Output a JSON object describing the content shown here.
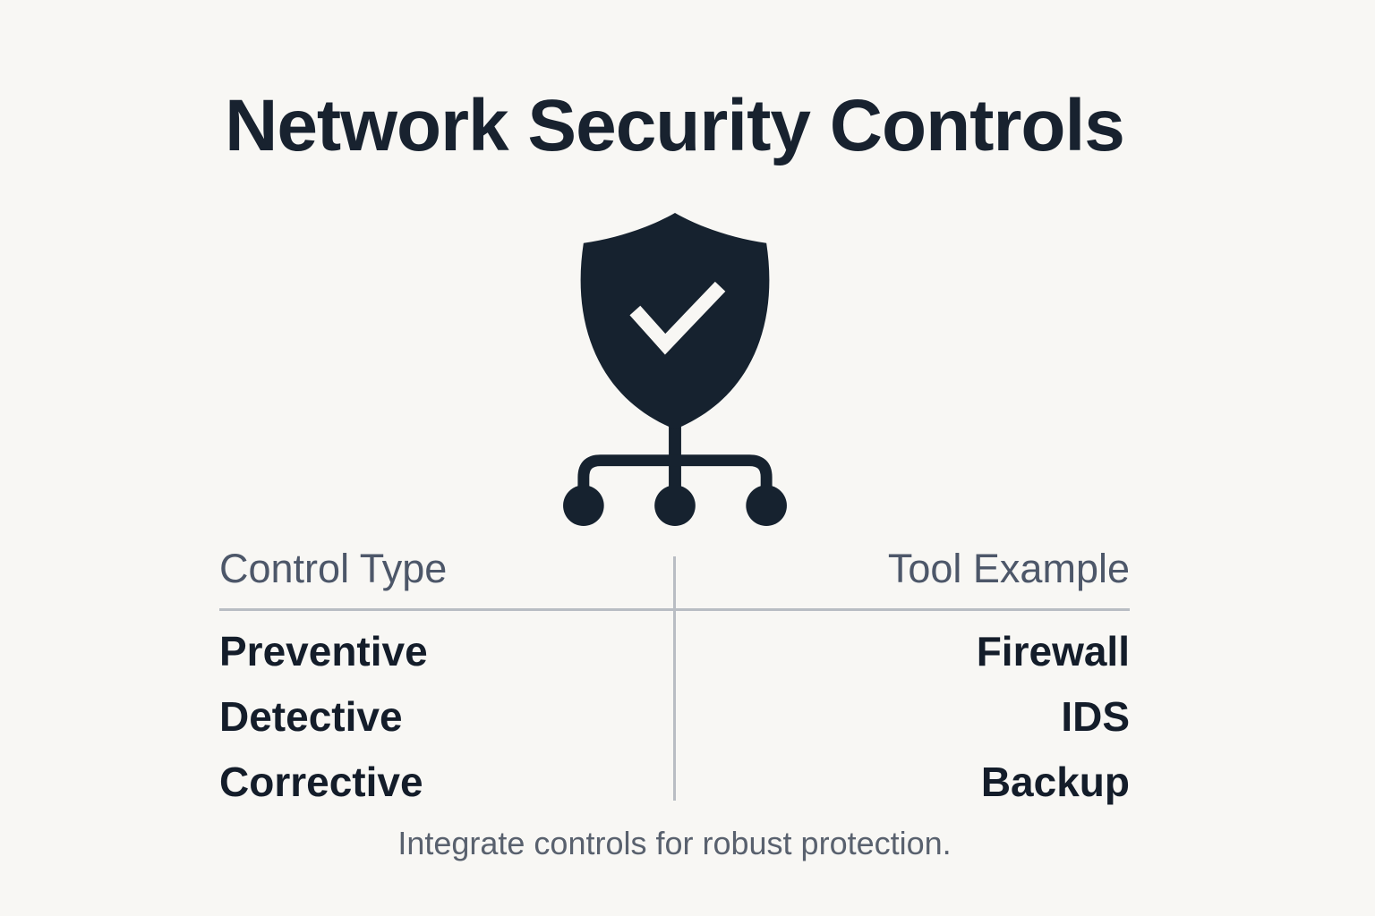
{
  "title": "Network Security Controls",
  "icon": {
    "name": "shield-check-network",
    "color": "#16222f",
    "check_color": "#f8f7f4"
  },
  "table": {
    "columns": [
      {
        "label": "Control Type"
      },
      {
        "label": "Tool Example"
      }
    ],
    "rows": [
      {
        "control_type": "Preventive",
        "tool_example": "Firewall"
      },
      {
        "control_type": "Detective",
        "tool_example": "IDS"
      },
      {
        "control_type": "Corrective",
        "tool_example": "Backup"
      }
    ]
  },
  "footer": {
    "caption": "Integrate controls for robust protection."
  },
  "colors": {
    "background": "#f8f7f4",
    "title_text": "#18222f",
    "header_text": "#4d5769",
    "row_text": "#141d2a",
    "caption_text": "#59616e",
    "divider": "#b9bdc3",
    "icon": "#16222f"
  }
}
